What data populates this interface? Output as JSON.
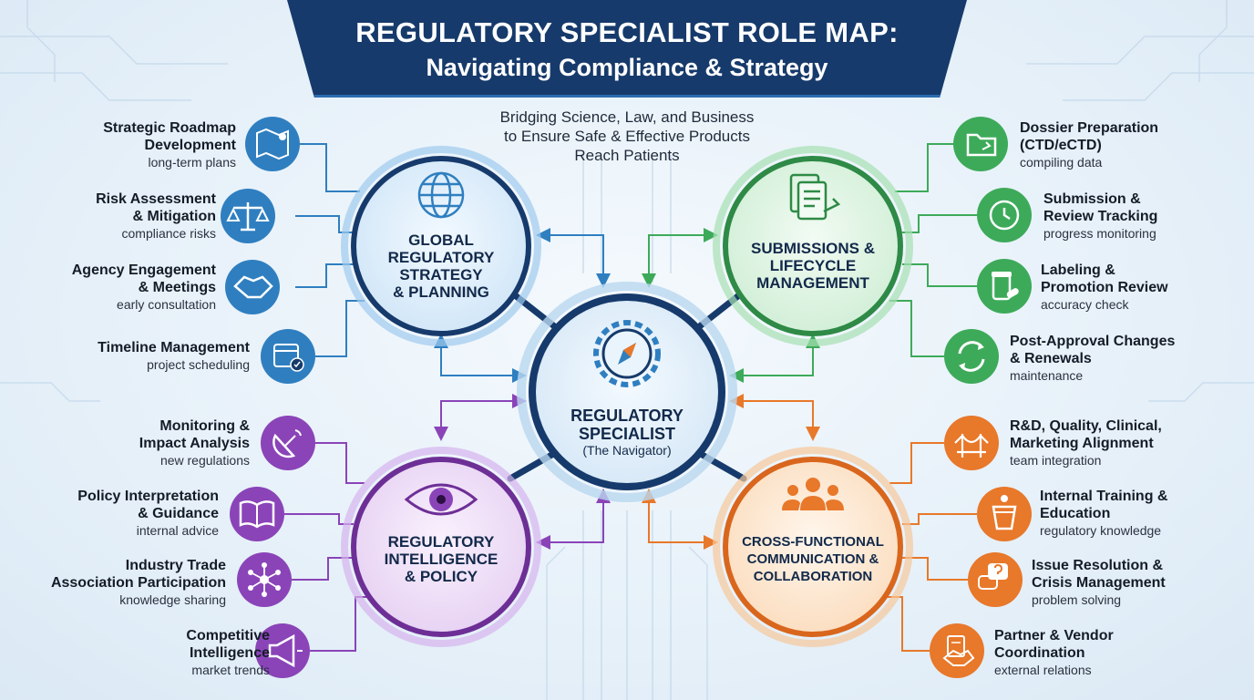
{
  "header": {
    "title_line1": "REGULATORY SPECIALIST ROLE MAP:",
    "title_line2": "Navigating Compliance & Strategy"
  },
  "subtitle": {
    "line1": "Bridging Science, Law, and Business",
    "line2": "to Ensure Safe & Effective Products",
    "line3": "Reach Patients"
  },
  "center": {
    "line1": "REGULATORY",
    "line2": "SPECIALIST",
    "sub": "(The Navigator)"
  },
  "colors": {
    "blue": "#2f7fc0",
    "green": "#3daa5a",
    "purple": "#8a44b8",
    "orange": "#e8782a",
    "navy": "#163a6b"
  },
  "hubs": {
    "strategy": {
      "line1": "GLOBAL",
      "line2": "REGULATORY",
      "line3": "STRATEGY",
      "line4": "& PLANNING",
      "icon": "globe-icon"
    },
    "submissions": {
      "line1": "SUBMISSIONS &",
      "line2": "LIFECYCLE",
      "line3": "MANAGEMENT",
      "icon": "document-icon"
    },
    "intelligence": {
      "line1": "REGULATORY",
      "line2": "INTELLIGENCE",
      "line3": "& POLICY",
      "icon": "eye-icon"
    },
    "communication": {
      "line1": "CROSS-FUNCTIONAL",
      "line2": "COMMUNICATION &",
      "line3": "COLLABORATION",
      "icon": "team-icon"
    }
  },
  "items": {
    "strategy": [
      {
        "title1": "Strategic Roadmap",
        "title2": "Development",
        "desc": "long-term plans",
        "icon": "map-icon"
      },
      {
        "title1": "Risk Assessment",
        "title2": "& Mitigation",
        "desc": "compliance risks",
        "icon": "scales-icon"
      },
      {
        "title1": "Agency Engagement",
        "title2": "& Meetings",
        "desc": "early consultation",
        "icon": "handshake-icon"
      },
      {
        "title1": "Timeline Management",
        "title2": "",
        "desc": "project scheduling",
        "icon": "calendar-icon"
      }
    ],
    "submissions": [
      {
        "title1": "Dossier Preparation",
        "title2": "(CTD/eCTD)",
        "desc": "compiling data",
        "icon": "folder-icon"
      },
      {
        "title1": "Submission &",
        "title2": "Review Tracking",
        "desc": "progress monitoring",
        "icon": "clock-icon"
      },
      {
        "title1": "Labeling &",
        "title2": "Promotion Review",
        "desc": "accuracy check",
        "icon": "pill-bottle-icon"
      },
      {
        "title1": "Post-Approval Changes",
        "title2": "& Renewals",
        "desc": "maintenance",
        "icon": "refresh-icon"
      }
    ],
    "intelligence": [
      {
        "title1": "Monitoring &",
        "title2": "Impact Analysis",
        "desc": "new regulations",
        "icon": "satellite-dish-icon"
      },
      {
        "title1": "Policy Interpretation",
        "title2": "& Guidance",
        "desc": "internal advice",
        "icon": "book-icon"
      },
      {
        "title1": "Industry Trade",
        "title2": "Association Participation",
        "desc": "knowledge sharing",
        "icon": "network-icon"
      },
      {
        "title1": "Competitive",
        "title2": "Intelligence",
        "desc": "market trends",
        "icon": "megaphone-icon"
      }
    ],
    "communication": [
      {
        "title1": "R&D, Quality, Clinical,",
        "title2": "Marketing Alignment",
        "desc": "team integration",
        "icon": "bridge-icon"
      },
      {
        "title1": "Internal Training &",
        "title2": "Education",
        "desc": "regulatory knowledge",
        "icon": "podium-icon"
      },
      {
        "title1": "Issue Resolution &",
        "title2": "Crisis Management",
        "desc": "problem solving",
        "icon": "chat-question-icon"
      },
      {
        "title1": "Partner & Vendor",
        "title2": "Coordination",
        "desc": "external relations",
        "icon": "contract-handshake-icon"
      }
    ]
  }
}
